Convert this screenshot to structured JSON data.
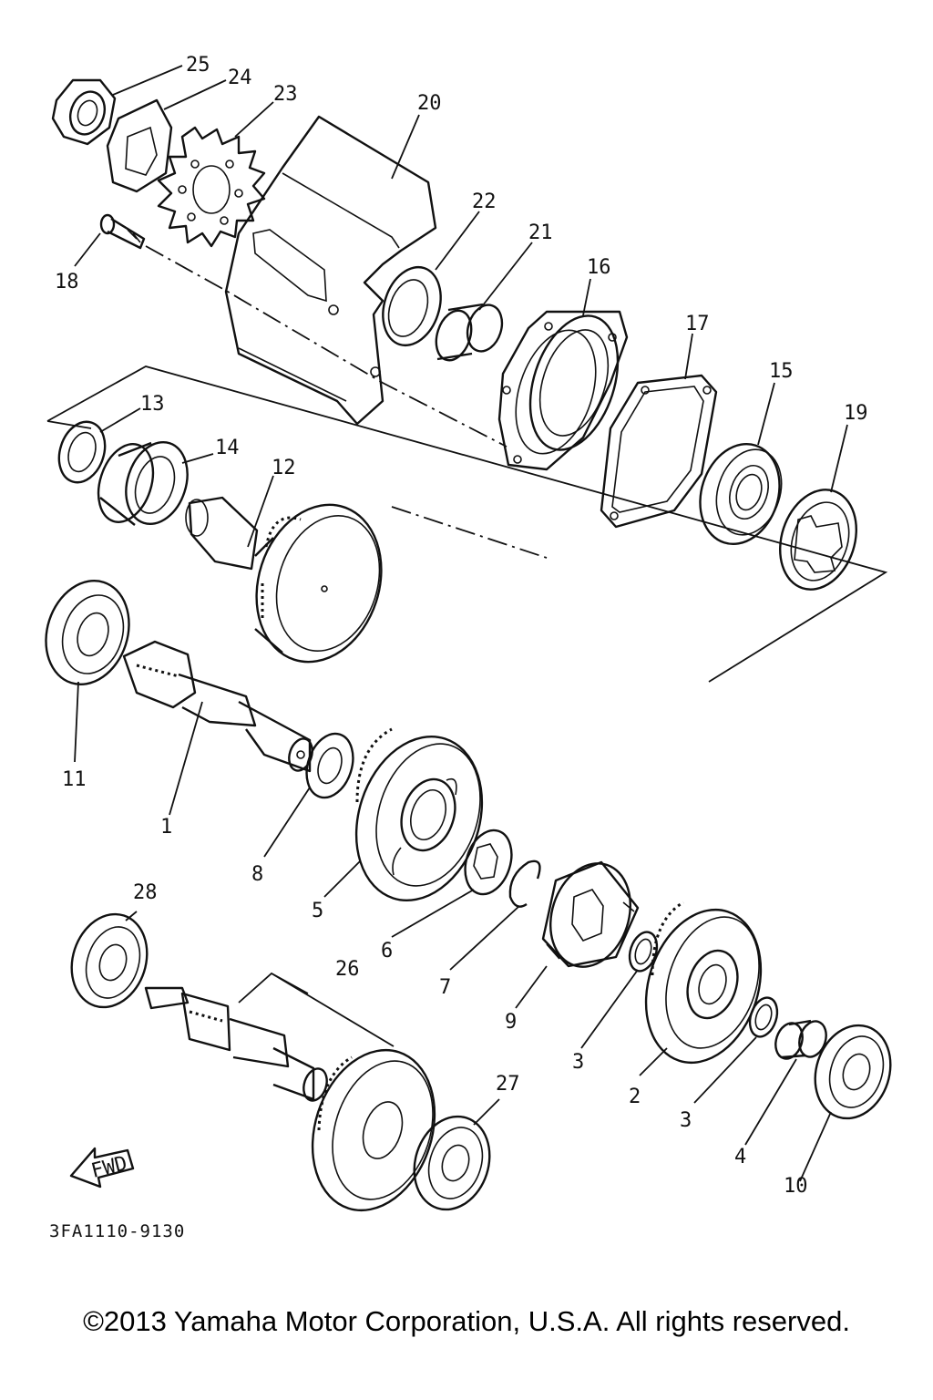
{
  "callouts": [
    {
      "id": "25",
      "label": "25"
    },
    {
      "id": "24",
      "label": "24"
    },
    {
      "id": "23",
      "label": "23"
    },
    {
      "id": "20",
      "label": "20"
    },
    {
      "id": "22",
      "label": "22"
    },
    {
      "id": "21",
      "label": "21"
    },
    {
      "id": "16",
      "label": "16"
    },
    {
      "id": "17",
      "label": "17"
    },
    {
      "id": "15",
      "label": "15"
    },
    {
      "id": "19",
      "label": "19"
    },
    {
      "id": "18",
      "label": "18"
    },
    {
      "id": "13",
      "label": "13"
    },
    {
      "id": "14",
      "label": "14"
    },
    {
      "id": "12",
      "label": "12"
    },
    {
      "id": "11",
      "label": "11"
    },
    {
      "id": "1",
      "label": "1"
    },
    {
      "id": "8",
      "label": "8"
    },
    {
      "id": "5",
      "label": "5"
    },
    {
      "id": "6",
      "label": "6"
    },
    {
      "id": "7",
      "label": "7"
    },
    {
      "id": "9",
      "label": "9"
    },
    {
      "id": "3a",
      "label": "3"
    },
    {
      "id": "3b",
      "label": "3"
    },
    {
      "id": "2",
      "label": "2"
    },
    {
      "id": "4",
      "label": "4"
    },
    {
      "id": "10",
      "label": "10"
    },
    {
      "id": "28",
      "label": "28"
    },
    {
      "id": "26",
      "label": "26"
    },
    {
      "id": "27",
      "label": "27"
    }
  ],
  "fwd_label": "FWD",
  "reference_code": "3FA1110-9130",
  "copyright": "©2013 Yamaha Motor Corporation, U.S.A. All rights reserved."
}
